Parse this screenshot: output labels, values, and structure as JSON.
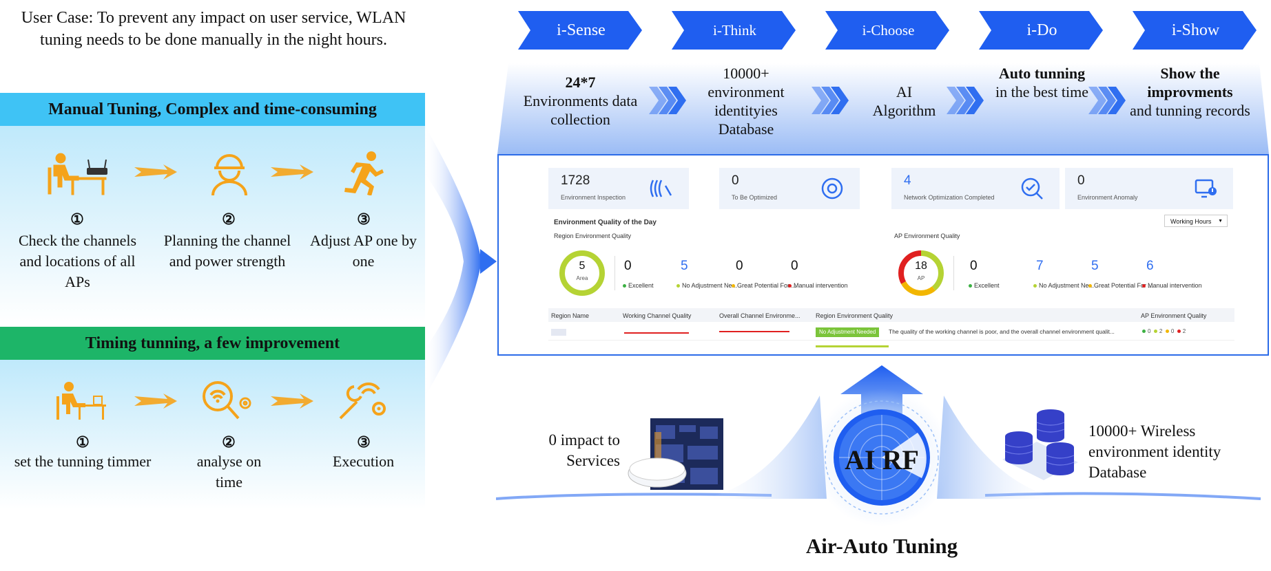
{
  "user_case": "User Case: To prevent any impact on user service, WLAN tuning needs to be done manually in the night hours.",
  "manual": {
    "title": "Manual Tuning, Complex and time-consuming",
    "steps": [
      {
        "num": "①",
        "text": "Check the channels and locations of all APs",
        "icon": "person-at-laptop-icon"
      },
      {
        "num": "②",
        "text": "Planning the channel and power strength",
        "icon": "engineer-icon"
      },
      {
        "num": "③",
        "text": "Adjust AP one by one",
        "icon": "running-person-icon"
      }
    ]
  },
  "timing": {
    "title": "Timing tunning, a few improvement",
    "steps": [
      {
        "num": "①",
        "text": "set the tunning timmer",
        "icon": "person-at-desk-icon"
      },
      {
        "num": "②",
        "text": "analyse on time",
        "icon": "wifi-search-icon"
      },
      {
        "num": "③",
        "text": "Execution",
        "icon": "wrench-wifi-icon"
      }
    ]
  },
  "phases": [
    {
      "label": "i-Sense",
      "bold": "24*7",
      "text": "Environments data collection"
    },
    {
      "label": "i-Think",
      "bold": "",
      "text": "10000+ environment identityies Database"
    },
    {
      "label": "i-Choose",
      "bold": "",
      "text": "AI Algorithm"
    },
    {
      "label": "i-Do",
      "bold": "Auto tunning",
      "text": "in the best time"
    },
    {
      "label": "i-Show",
      "bold": "Show the improvments",
      "text": "and tunning records"
    }
  ],
  "dashboard": {
    "cards": [
      {
        "value": "1728",
        "label": "Environment Inspection",
        "icon": "scan-icon"
      },
      {
        "value": "0",
        "label": "To Be Optimized",
        "icon": "target-icon"
      },
      {
        "value": "4",
        "label": "Network Optimization Completed",
        "icon": "check-search-icon"
      },
      {
        "value": "0",
        "label": "Environment Anomaly",
        "icon": "monitor-alert-icon"
      }
    ],
    "section_title": "Environment Quality of the Day",
    "dropdown": "Working Hours",
    "region": {
      "title": "Region Environment Quality",
      "ring_value": "5",
      "ring_label": "Area",
      "metrics": [
        {
          "value": "0",
          "label": "Excellent",
          "color": "#3cb043"
        },
        {
          "value": "5",
          "label": "No Adjustment Ne...",
          "color": "#b5d334"
        },
        {
          "value": "0",
          "label": "Great Potential For ...",
          "color": "#f2b600"
        },
        {
          "value": "0",
          "label": "Manual intervention",
          "color": "#e02020"
        }
      ]
    },
    "ap": {
      "title": "AP Environment Quality",
      "ring_value": "18",
      "ring_label": "AP",
      "metrics": [
        {
          "value": "0",
          "label": "Excellent",
          "color": "#3cb043"
        },
        {
          "value": "7",
          "label": "No Adjustment Ne...",
          "color": "#b5d334"
        },
        {
          "value": "5",
          "label": "Great Potential For ...",
          "color": "#f2b600"
        },
        {
          "value": "6",
          "label": "Manual intervention",
          "color": "#e02020"
        }
      ]
    },
    "table": {
      "headers": [
        "Region Name",
        "Working Channel Quality",
        "Overall Channel Environme...",
        "Region Environment Quality",
        "AP Environment Quality"
      ],
      "row_badge": "No Adjustment Needed",
      "row_text": "The quality of the working channel is poor, and the overall channel environment qualit...",
      "row_ap_counts": [
        "0",
        "2",
        "0",
        "2"
      ]
    }
  },
  "bottom": {
    "left_text": "0 impact to Services",
    "center_label": "AI RF",
    "right_text": "10000+ Wireless environment identity Database",
    "caption": "Air-Auto Tuning"
  },
  "colors": {
    "chevron_blue": "#1f5ef0",
    "manual_header": "#3fc3f5",
    "timing_header": "#1db568",
    "icon_orange": "#f5a31a"
  }
}
